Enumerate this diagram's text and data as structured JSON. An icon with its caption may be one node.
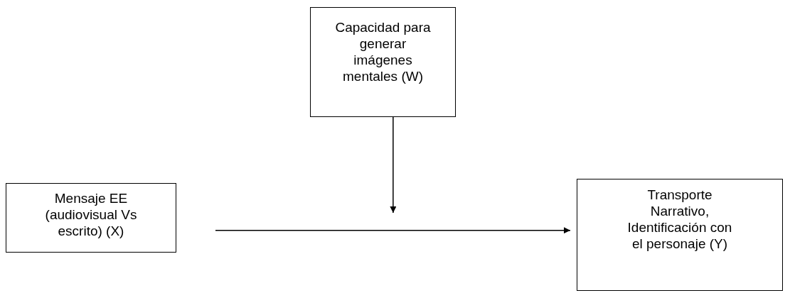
{
  "diagram": {
    "nodes": [
      {
        "text": [
          "Mensaje EE (audiovisual Vs escrito) (X)"
        ]
      },
      {
        "text": [
          "Capacidad para generar imágenes mentales (W)"
        ]
      },
      {
        "text": [
          "Transporte Narrativo, Identificación con el personaje (Y)"
        ]
      }
    ],
    "edges": [
      {
        "from": 0,
        "to": 2,
        "arrow": "to"
      },
      {
        "from": 1,
        "to": null,
        "arrow": "to"
      }
    ]
  }
}
